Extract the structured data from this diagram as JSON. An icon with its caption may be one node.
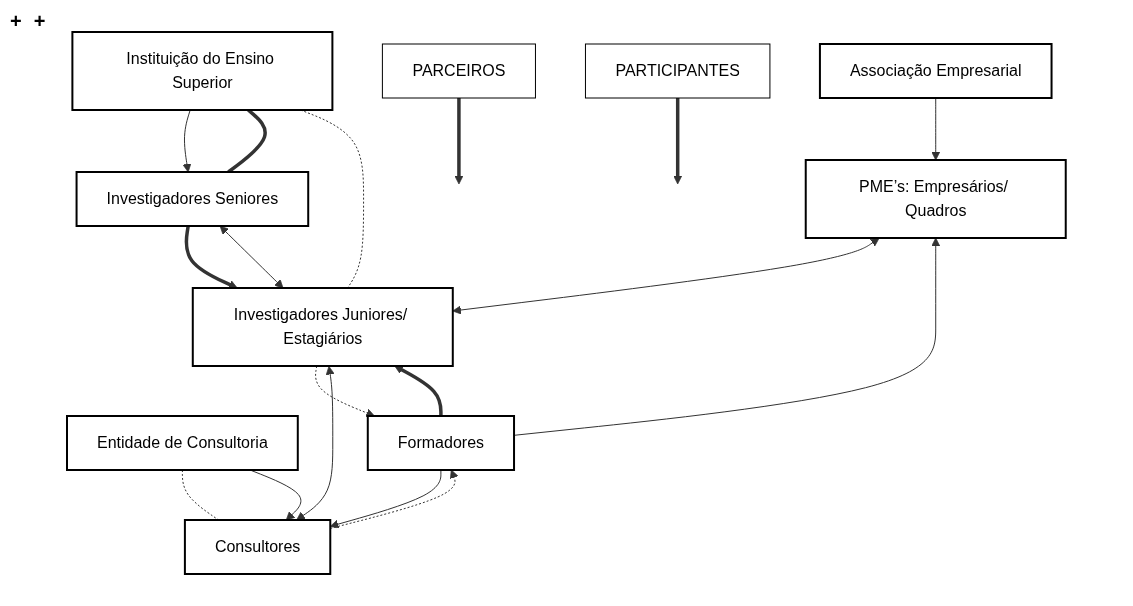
{
  "diagram": {
    "nodes": [
      {
        "text": [
          "PARCEIROS"
        ]
      },
      {
        "text": [
          "Associação Empresarial"
        ]
      },
      {
        "text": [
          "Instituição do Ensino Superior"
        ]
      },
      {
        "text": [
          "Entidade de Consultoria"
        ]
      },
      {
        "text": [
          "Investigadores Seniores"
        ]
      },
      {
        "text": [
          "PARTICIPANTES"
        ]
      },
      {
        "text": [
          "PME’s: Empresários/ Quadros"
        ]
      },
      {
        "text": [
          "Investigadores Juniores/ Estagiários"
        ]
      },
      {
        "text": [
          "Consultores"
        ]
      },
      {
        "text": [
          "Formadores"
        ]
      }
    ],
    "edges": [
      {
        "from": 0,
        "to": null,
        "arrow": "to",
        "style": "thick"
      },
      {
        "from": 5,
        "to": null,
        "arrow": "to",
        "style": "thick"
      },
      {
        "from": 1,
        "to": 6,
        "arrow": "to"
      },
      {
        "from": 2,
        "to": 4,
        "arrow": "to"
      },
      {
        "from": 2,
        "to": 4,
        "arrow": "none",
        "style": "thick"
      },
      {
        "from": 4,
        "to": 7,
        "arrow": "to",
        "style": "thick"
      },
      {
        "from": 2,
        "to": 7,
        "arrow": "none",
        "style": "dashed"
      },
      {
        "from": 7,
        "to": 9,
        "arrow": "to",
        "style": "dashed"
      },
      {
        "from": 3,
        "to": 8,
        "arrow": "none",
        "style": "dashed"
      },
      {
        "from": 8,
        "to": 9,
        "arrow": "to",
        "style": "dashed"
      },
      {
        "from": 3,
        "to": 8,
        "arrow": "to"
      },
      {
        "from": 4,
        "to": 7,
        "arrow": "both"
      },
      {
        "from": 6,
        "to": 7,
        "arrow": "both"
      },
      {
        "from": 7,
        "to": 8,
        "arrow": "both"
      },
      {
        "from": 9,
        "to": 6,
        "arrow": "to"
      },
      {
        "from": 9,
        "to": 7,
        "arrow": "to",
        "style": "thick"
      },
      {
        "from": 9,
        "to": 8,
        "arrow": "to"
      }
    ],
    "labels": [
      "+",
      "+"
    ]
  }
}
